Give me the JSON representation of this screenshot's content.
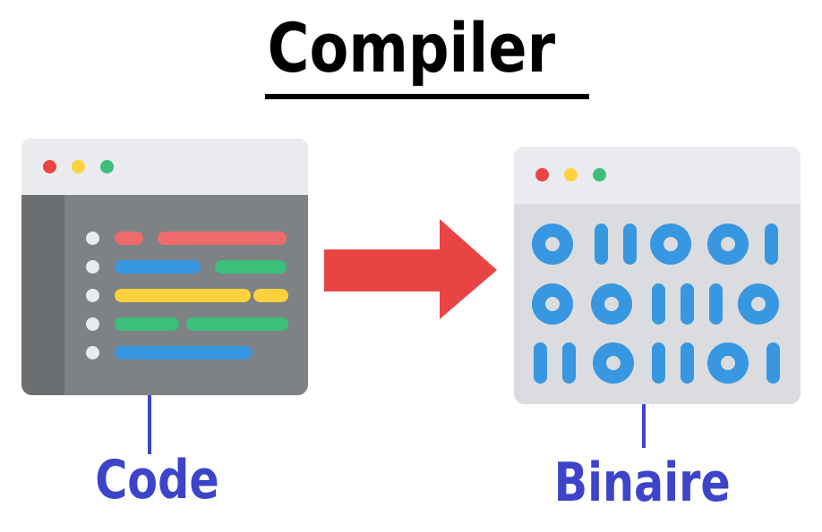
{
  "title": "Compiler",
  "code_label": "Code",
  "binary_label": "Binaire",
  "colors": {
    "title": "#000000",
    "label": "#3c44c9",
    "arrow": "#e94444",
    "window_titlebar": "#e9ebee",
    "code_body": "#7e8285",
    "code_gutter": "#6b6f72",
    "binary_body": "#dadcdf",
    "binary_digits": "#3797e0",
    "traffic_red": "#ea4545",
    "traffic_yellow": "#fdd23c",
    "traffic_green": "#3bbf7a",
    "code_red": "#ef6b6b",
    "code_blue": "#3797e0",
    "code_green": "#3bbf7a",
    "code_yellow": "#fdd23c"
  },
  "icons": {
    "source": "code-editor-window-icon",
    "binary": "binary-window-icon",
    "arrow": "right-arrow-icon"
  }
}
